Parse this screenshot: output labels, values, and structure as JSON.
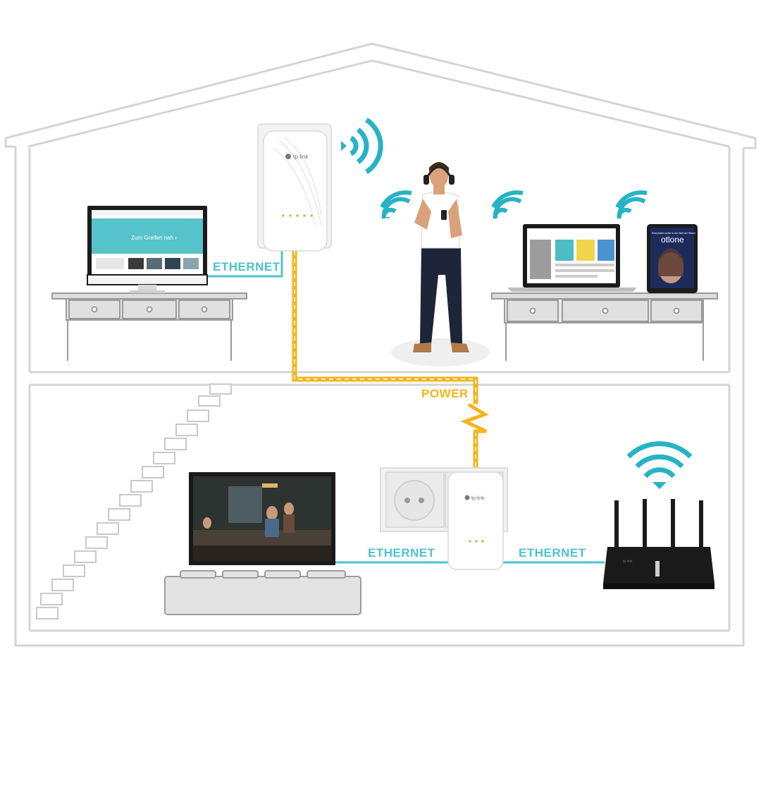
{
  "labels": {
    "ethernet_top": "ETHERNET",
    "power": "POWER",
    "ethernet_bottom_left": "ETHERNET",
    "ethernet_bottom_right": "ETHERNET"
  },
  "devices": {
    "adapter_top_brand": "tp-link",
    "adapter_bottom_brand": "tp-link",
    "router_brand": "tp-link",
    "monitor_screen_text": "Zum Greifen nah ›",
    "tablet_title": "otlone",
    "tablet_subtitle": "Entscheide sicher in die Welt der Sterne"
  },
  "colors": {
    "ethernet": "#4cc3cf",
    "power": "#f2b51c",
    "wifi": "#27b3c6",
    "house_outline": "#d6d6d6"
  },
  "icons": [
    "wifi-icon",
    "wall-socket-icon",
    "lightning-icon",
    "person-icon"
  ]
}
